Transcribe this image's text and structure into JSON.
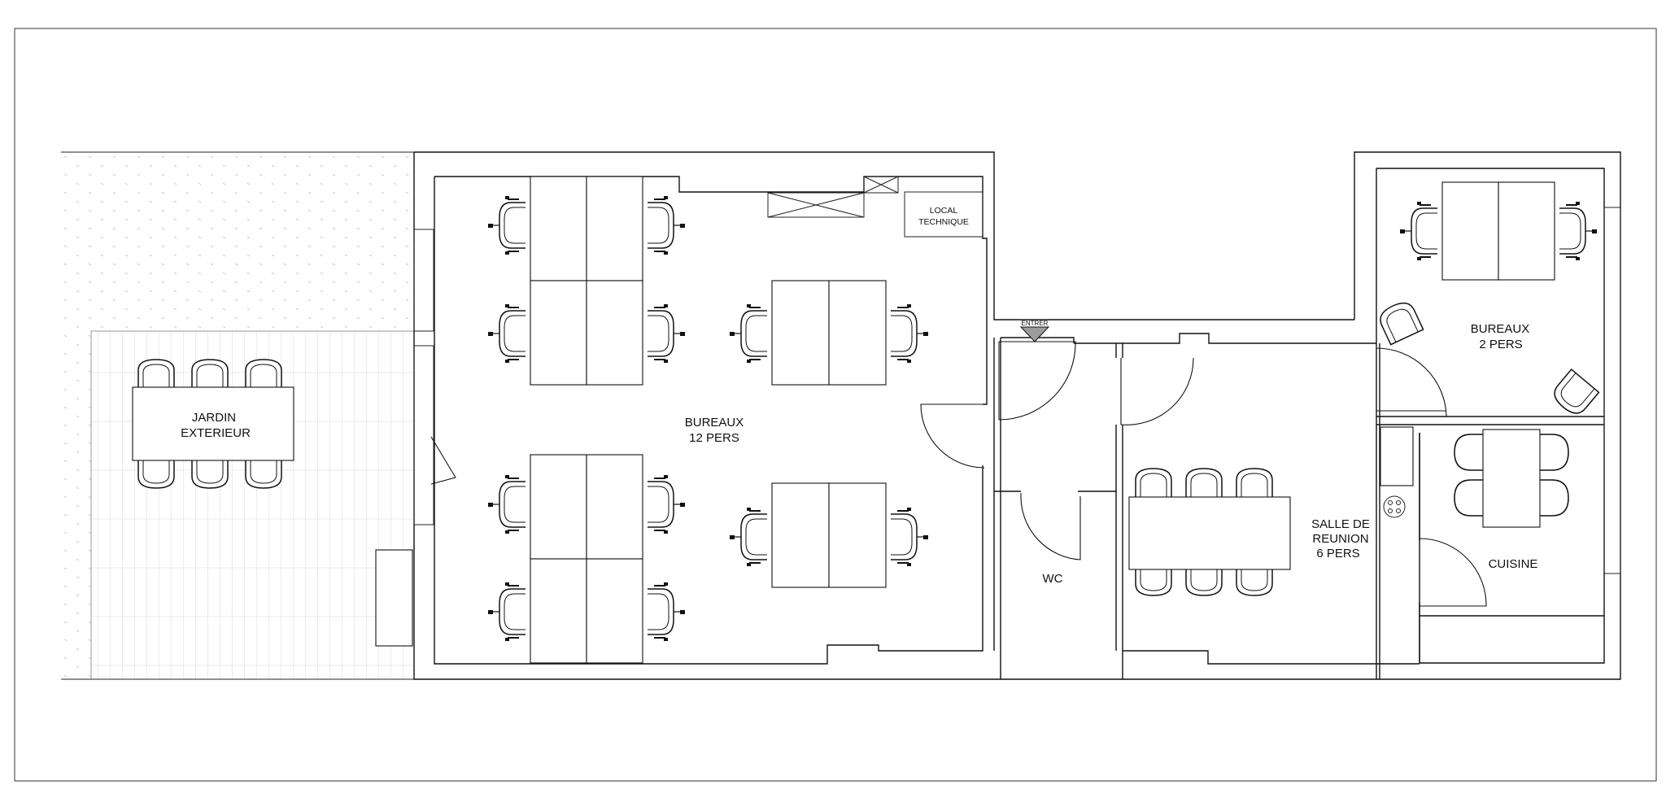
{
  "plan": {
    "rooms": {
      "jardin": {
        "line1": "JARDIN",
        "line2": "EXTERIEUR"
      },
      "bureaux12": {
        "line1": "BUREAUX",
        "line2": "12 PERS"
      },
      "local": {
        "line1": "LOCAL",
        "line2": "TECHNIQUE"
      },
      "entrer": {
        "label": "ENTRER"
      },
      "wc": {
        "label": "WC"
      },
      "salle": {
        "line1": "SALLE DE",
        "line2": "REUNION",
        "line3": "6 PERS"
      },
      "bureaux2": {
        "line1": "BUREAUX",
        "line2": "2 PERS"
      },
      "cuisine": {
        "label": "CUISINE"
      }
    },
    "colors": {
      "line": "#111111",
      "hatch": "#bdbdbd",
      "frame": "#333333"
    }
  }
}
